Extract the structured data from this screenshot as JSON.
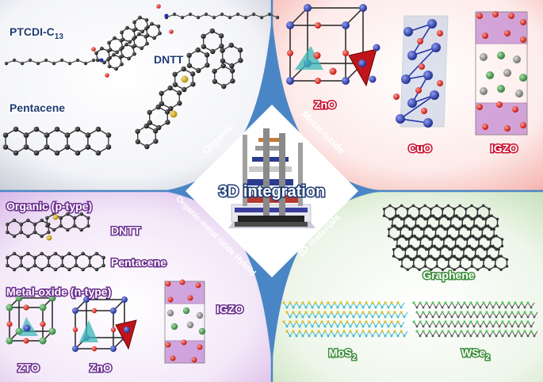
{
  "colors": {
    "divider": "#4a86c5",
    "organic_text": "#1f3b73",
    "metal_oxide_text": "#c8102e",
    "hybrid_text": "#6b2e8f",
    "two_d_text": "#3f8f3f",
    "atom_dark": "#2b2b2b",
    "atom_red": "#e0231b",
    "atom_blue": "#3346b0",
    "atom_green": "#3fa34d",
    "atom_yellow": "#d4b21a",
    "polyhedron_purple": "#b066c6",
    "polyhedron_teal": "#3ab7b5",
    "center_panel": "#ffffff"
  },
  "center": {
    "title": "3D integration",
    "organic": "Organic",
    "metal_oxide": "Metal-oxide",
    "hybrid": "Organic-metal oxide Hybrid",
    "two_d": "2D materials"
  },
  "organic_quadrant": {
    "ptcdi_prefix": "PTCDI-C",
    "ptcdi_sub": "13",
    "dntt": "DNTT",
    "pentacene": "Pentacene"
  },
  "metal_oxide_quadrant": {
    "zno": "ZnO",
    "cuo": "CuO",
    "igzo": "IGZO"
  },
  "hybrid_quadrant": {
    "organic_p": "Organic (p-type)",
    "dntt": "DNTT",
    "pentacene": "Pentacene",
    "metal_oxide_n": "Metal-oxide (n-type)",
    "zto": "ZTO",
    "zno": "ZnO",
    "igzo": "IGZO"
  },
  "two_d_quadrant": {
    "graphene": "Graphene",
    "mos2_prefix": "MoS",
    "mos2_sub": "2",
    "wse2_prefix": "WSe",
    "wse2_sub": "2"
  }
}
